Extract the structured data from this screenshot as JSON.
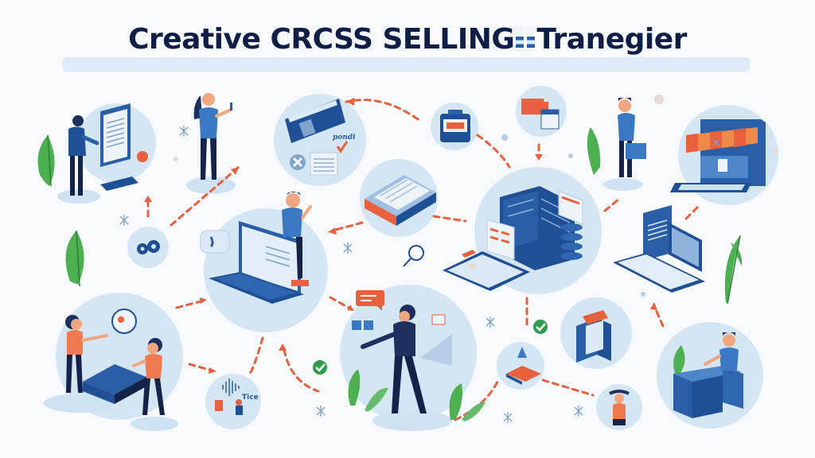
{
  "title": {
    "part1": "Creative CRCSS SELLING",
    "part2": "Tranegier",
    "icon": "bottles-icon"
  },
  "palette": {
    "background": "#f7f9fc",
    "circle_fill": "#d4e5f4",
    "title_text": "#0f1e46",
    "primary_blue": "#2a5fa8",
    "dark_navy": "#1c2f5e",
    "accent_orange": "#e8613c",
    "leaf_green": "#4caf50"
  },
  "panels": [
    {
      "id": "kiosk",
      "description": "man using a digital kiosk screen",
      "icon": "kiosk-icon"
    },
    {
      "id": "phone-woman",
      "description": "woman looking at smartphone",
      "icon": "smartphone-icon"
    },
    {
      "id": "wallet-checklist",
      "description": "wallet with checklist and approval mark",
      "icon": "wallet-icon",
      "script_label": "pondi"
    },
    {
      "id": "pos-terminal",
      "description": "payment terminal",
      "icon": "pos-terminal-icon"
    },
    {
      "id": "promo-cards",
      "description": "promo cards and price table",
      "icon": "price-tag-icon"
    },
    {
      "id": "shopper-bag",
      "description": "man carrying shopping bag",
      "icon": "shopping-bag-icon"
    },
    {
      "id": "online-store",
      "description": "laptop storefront with awning",
      "icon": "storefront-icon"
    },
    {
      "id": "gears",
      "description": "settings gears",
      "icon": "gears-icon"
    },
    {
      "id": "laptop-user",
      "description": "man next to laptop with chat bubble",
      "icon": "laptop-icon"
    },
    {
      "id": "product-box",
      "description": "document tray / product box",
      "icon": "document-tray-icon"
    },
    {
      "id": "server-hub",
      "description": "central data hub with server stack",
      "icon": "server-icon"
    },
    {
      "id": "laptop-docs",
      "description": "laptop with documents",
      "icon": "laptop-docs-icon"
    },
    {
      "id": "team-books",
      "description": "two women discussing over books",
      "icon": "books-icon"
    },
    {
      "id": "voice-analytics",
      "description": "sound wave with shopping icons",
      "icon": "soundwave-icon",
      "text": "Tice"
    },
    {
      "id": "presenter",
      "description": "man presenting with chat bubble",
      "icon": "presentation-icon"
    },
    {
      "id": "launch-pad",
      "description": "product launch platform",
      "icon": "launch-icon"
    },
    {
      "id": "file-cabinet",
      "description": "open box with files",
      "icon": "file-box-icon"
    },
    {
      "id": "girl-thinking",
      "description": "girl thinking",
      "icon": "person-icon"
    },
    {
      "id": "packing-desk",
      "description": "man working at packing desk with plant",
      "icon": "desk-icon"
    }
  ],
  "decorations": {
    "check_marks": 2,
    "search_icon": true,
    "sparkles": 8,
    "leaves": 6
  }
}
